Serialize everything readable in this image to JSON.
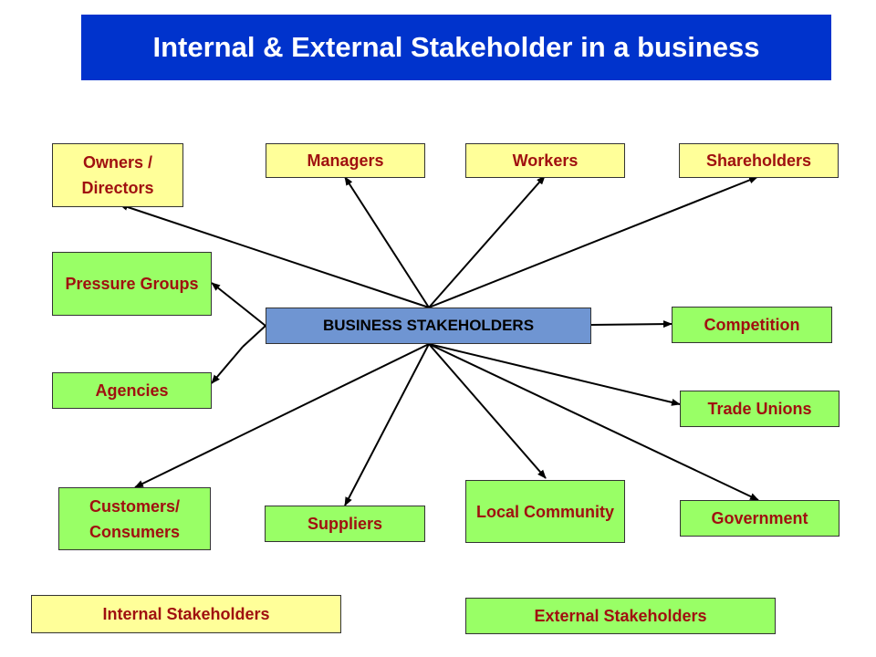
{
  "title": "Internal & External Stakeholder in a business",
  "center": "BUSINESS STAKEHOLDERS",
  "nodes": {
    "owners": "Owners / Directors",
    "managers": "Managers",
    "workers": "Workers",
    "shareholders": "Shareholders",
    "pressure": "Pressure Groups",
    "competition": "Competition",
    "agencies": "Agencies",
    "trade_unions": "Trade Unions",
    "customers": "Customers/ Consumers",
    "suppliers": "Suppliers",
    "local_community": "Local Community",
    "government": "Government"
  },
  "legend": {
    "internal": "Internal Stakeholders",
    "external": "External Stakeholders"
  },
  "colors": {
    "title_bg": "#0033cc",
    "internal_fill": "#ffff99",
    "external_fill": "#99ff66",
    "center_fill": "#6f95d2",
    "label_text": "#a01010"
  }
}
